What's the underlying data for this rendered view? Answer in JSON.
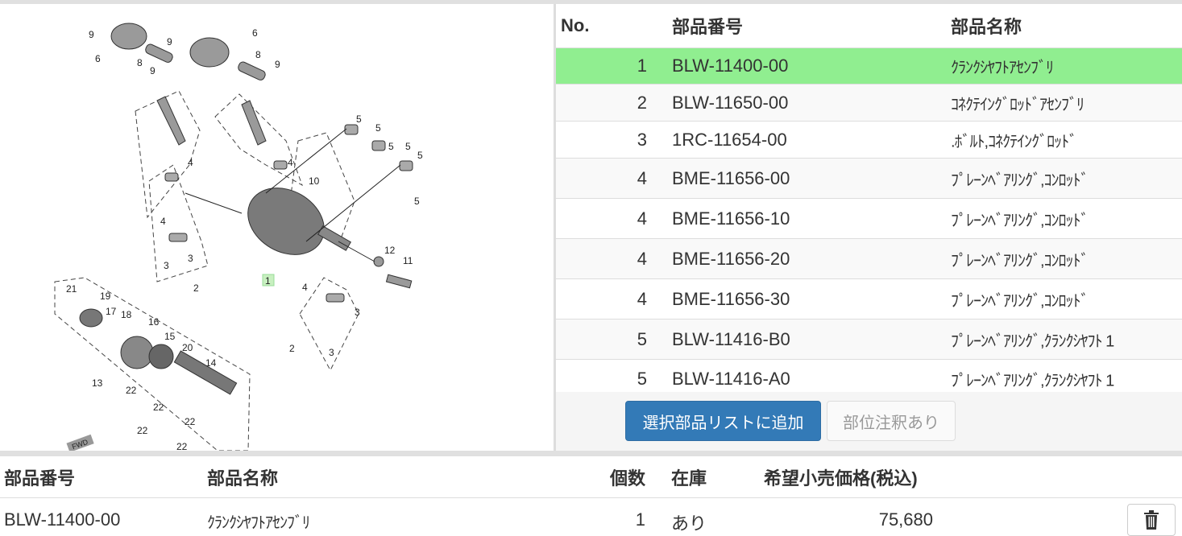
{
  "diagram": {
    "callouts": [
      "9",
      "6",
      "8",
      "9",
      "9",
      "6",
      "8",
      "9",
      "4",
      "4",
      "3",
      "3",
      "2",
      "5",
      "5",
      "5",
      "5",
      "5",
      "5",
      "4",
      "10",
      "1",
      "12",
      "11",
      "4",
      "2",
      "3",
      "3",
      "21",
      "19",
      "17",
      "18",
      "16",
      "15",
      "20",
      "14",
      "13",
      "22",
      "22",
      "22",
      "22",
      "22"
    ],
    "selected_callout": "1",
    "fwd_label": "FWD"
  },
  "parts_table": {
    "headers": {
      "no": "No.",
      "part_number": "部品番号",
      "part_name": "部品名称"
    },
    "rows": [
      {
        "no": "1",
        "part_number": "BLW-11400-00",
        "part_name": "ｸﾗﾝｸｼﾔﾌﾄｱｾﾝﾌﾞﾘ"
      },
      {
        "no": "2",
        "part_number": "BLW-11650-00",
        "part_name": "ｺﾈｸﾃｲﾝｸﾞﾛｯﾄﾞｱｾﾝﾌﾞﾘ"
      },
      {
        "no": "3",
        "part_number": "1RC-11654-00",
        "part_name": ".ﾎﾞﾙﾄ,ｺﾈｸﾃｲﾝｸﾞﾛｯﾄﾞ"
      },
      {
        "no": "4",
        "part_number": "BME-11656-00",
        "part_name": "ﾌﾟﾚｰﾝﾍﾞｱﾘﾝｸﾞ,ｺﾝﾛｯﾄﾞ"
      },
      {
        "no": "4",
        "part_number": "BME-11656-10",
        "part_name": "ﾌﾟﾚｰﾝﾍﾞｱﾘﾝｸﾞ,ｺﾝﾛｯﾄﾞ"
      },
      {
        "no": "4",
        "part_number": "BME-11656-20",
        "part_name": "ﾌﾟﾚｰﾝﾍﾞｱﾘﾝｸﾞ,ｺﾝﾛｯﾄﾞ"
      },
      {
        "no": "4",
        "part_number": "BME-11656-30",
        "part_name": "ﾌﾟﾚｰﾝﾍﾞｱﾘﾝｸﾞ,ｺﾝﾛｯﾄﾞ"
      },
      {
        "no": "5",
        "part_number": "BLW-11416-B0",
        "part_name": "ﾌﾟﾚｰﾝﾍﾞｱﾘﾝｸﾞ,ｸﾗﾝｸｼﾔﾌﾄ 1"
      },
      {
        "no": "5",
        "part_number": "BLW-11416-A0",
        "part_name": "ﾌﾟﾚｰﾝﾍﾞｱﾘﾝｸﾞ,ｸﾗﾝｸｼﾔﾌﾄ 1"
      }
    ],
    "add_button": "選択部品リストに追加",
    "note_button": "部位注釈あり"
  },
  "selected_list": {
    "headers": {
      "part_number": "部品番号",
      "part_name": "部品名称",
      "qty": "個数",
      "stock": "在庫",
      "price": "希望小売価格(税込)"
    },
    "rows": [
      {
        "part_number": "BLW-11400-00",
        "part_name": "ｸﾗﾝｸｼﾔﾌﾄｱｾﾝﾌﾞﾘ",
        "qty": "1",
        "stock": "あり",
        "price": "75,680"
      }
    ]
  },
  "colors": {
    "selected_row": "#90ee90",
    "primary": "#337ab7"
  }
}
